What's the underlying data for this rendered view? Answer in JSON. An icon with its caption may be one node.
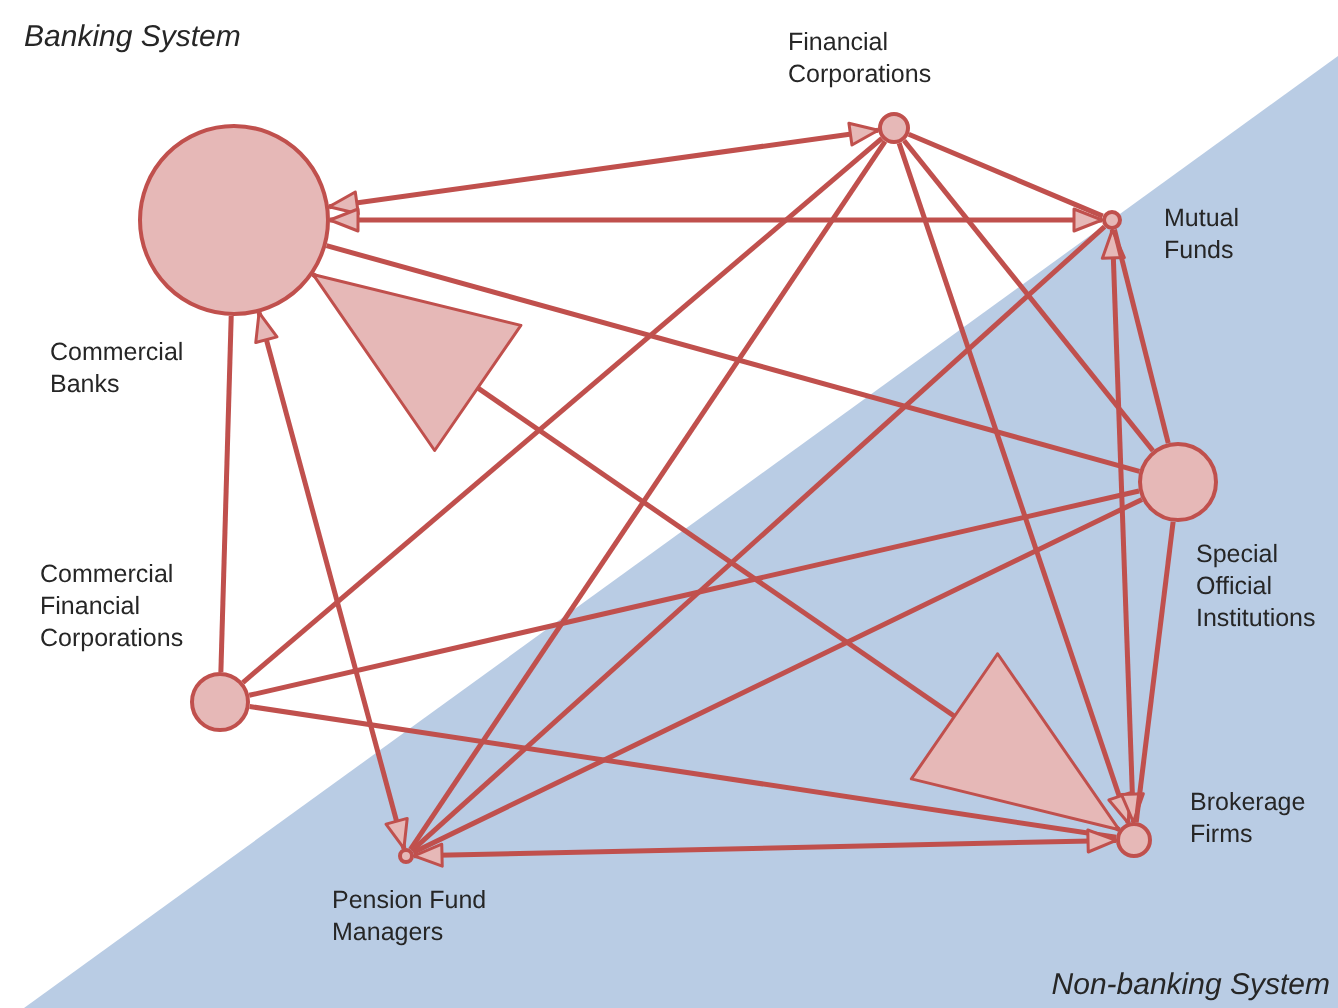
{
  "diagram": {
    "nodes": [
      {
        "text": [
          "Commercial Banks"
        ]
      },
      {
        "text": [
          "Financial Corporations"
        ]
      },
      {
        "text": [
          "Mutual Funds"
        ]
      },
      {
        "text": [
          "Special Official Institutions"
        ]
      },
      {
        "text": [
          "Commercial Financial Corporations"
        ]
      },
      {
        "text": [
          "Pension Fund Managers"
        ]
      },
      {
        "text": [
          "Brokerage Firms"
        ]
      }
    ],
    "edges": [
      {
        "from": 1,
        "to": 0,
        "arrow": "both"
      },
      {
        "from": 2,
        "to": 0,
        "arrow": "both"
      },
      {
        "from": 0,
        "to": 3,
        "arrow": "none"
      },
      {
        "from": 0,
        "to": 6,
        "arrow": "both"
      },
      {
        "from": 0,
        "to": 4,
        "arrow": "none"
      },
      {
        "from": 5,
        "to": 0,
        "arrow": "both"
      },
      {
        "from": 1,
        "to": 2,
        "arrow": "none"
      },
      {
        "from": 1,
        "to": 4,
        "arrow": "none"
      },
      {
        "from": 1,
        "to": 5,
        "arrow": "none"
      },
      {
        "from": 1,
        "to": 3,
        "arrow": "none"
      },
      {
        "from": 1,
        "to": 6,
        "arrow": "to"
      },
      {
        "from": 2,
        "to": 6,
        "arrow": "both"
      },
      {
        "from": 2,
        "to": 3,
        "arrow": "none"
      },
      {
        "from": 2,
        "to": 5,
        "arrow": "none"
      },
      {
        "from": 3,
        "to": 4,
        "arrow": "none"
      },
      {
        "from": 3,
        "to": 5,
        "arrow": "none"
      },
      {
        "from": 3,
        "to": 6,
        "arrow": "none"
      },
      {
        "from": 4,
        "to": 6,
        "arrow": "none"
      },
      {
        "from": 6,
        "to": 5,
        "arrow": "both"
      }
    ],
    "labels": [
      "Banking System",
      "Non-banking System"
    ]
  }
}
